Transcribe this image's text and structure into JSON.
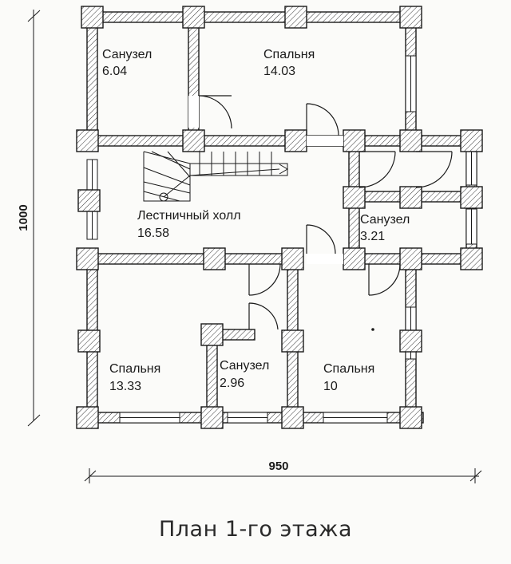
{
  "rooms": [
    {
      "name": "Санузел",
      "area": "6.04"
    },
    {
      "name": "Спальня",
      "area": "14.03"
    },
    {
      "name": "Лестничный холл",
      "area": "16.58"
    },
    {
      "name": "Санузел",
      "area": "3.21"
    },
    {
      "name": "Спальня",
      "area": "13.33"
    },
    {
      "name": "Санузел",
      "area": "2.96"
    },
    {
      "name": "Спальня",
      "area": "10"
    }
  ],
  "dimensions": {
    "width": "950",
    "height": "1000"
  },
  "title": "План 1-го этажа",
  "colors": {
    "ink": "#1a1a1a",
    "background": "#fbfbf9"
  }
}
